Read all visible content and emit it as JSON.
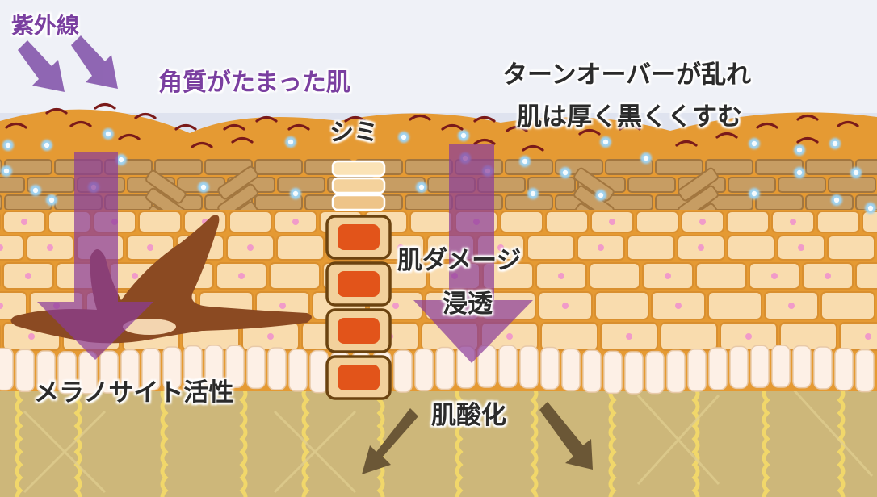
{
  "labels": {
    "uv": "紫外線",
    "accumulated_keratin": "角質がたまった肌",
    "turnover_line1": "ターンオーバーが乱れ",
    "turnover_line2": "肌は厚く黒くくすむ",
    "spot": "シミ",
    "skin_damage_line1": "肌ダメージ",
    "skin_damage_line2": "浸透",
    "melanocyte": "メラノサイト活性",
    "oxidation": "肌酸化"
  },
  "colors": {
    "sky": "#dfe3ef",
    "epidermis_orange": "#e59a33",
    "cell_fill": "#f9dcae",
    "cell_stroke": "#d98f2f",
    "nucleus": "#f19bc9",
    "keratin": "#c79d63",
    "keratin_stroke": "#a2763f",
    "melanocyte": "#8b4a22",
    "uv_arrow": "#7f4ea8",
    "damage_arrow": "#8a3b9a",
    "dermis": "#cdb77a",
    "collagen": "#f1d76a",
    "basal_cell": "#fdf0e6",
    "spot_cell_border": "#6b4310",
    "spot_cell_core": "#e2541a",
    "oxidation_arrow": "#6b5736",
    "curl": "#7a1a1a",
    "water_dot": "#9fd3f1"
  },
  "icons": [
    "uv-arrow-icon",
    "damage-arrow-icon",
    "oxidation-arrow-icon"
  ]
}
